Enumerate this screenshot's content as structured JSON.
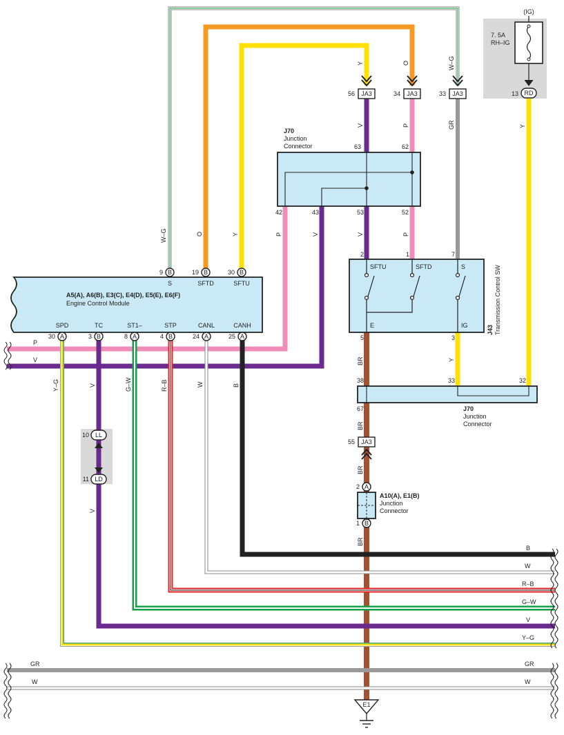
{
  "ecm": {
    "title": "A5(A), A6(B), E3(C), E4(D), E5(E), E6(F)",
    "subtitle": "Engine Control Module",
    "top_pins": [
      {
        "num": "9",
        "conn": "B",
        "name": "S"
      },
      {
        "num": "19",
        "conn": "B",
        "name": "SFTD"
      },
      {
        "num": "30",
        "conn": "B",
        "name": "SFTU"
      }
    ],
    "bottom_pins": [
      {
        "num": "30",
        "conn": "A",
        "name": "SPD"
      },
      {
        "num": "3",
        "conn": "B",
        "name": "TC"
      },
      {
        "num": "8",
        "conn": "A",
        "name": "ST1–"
      },
      {
        "num": "4",
        "conn": "B",
        "name": "STP"
      },
      {
        "num": "24",
        "conn": "A",
        "name": "CANL"
      },
      {
        "num": "25",
        "conn": "A",
        "name": "CANH"
      }
    ]
  },
  "j70_top": {
    "id": "J70",
    "line1": "Junction",
    "line2": "Connector",
    "pins": [
      "63",
      "62",
      "42",
      "43",
      "53",
      "52"
    ]
  },
  "j70_bottom": {
    "id": "J70",
    "line1": "Junction",
    "line2": "Connector",
    "pins": [
      "38",
      "33",
      "32",
      "67"
    ]
  },
  "ja3": {
    "label": "JA3",
    "pins": [
      "56",
      "34",
      "33",
      "55"
    ]
  },
  "fuse": {
    "ig": "(IG)",
    "rating": "7. 5A",
    "name": "RH–IG",
    "pin": "13",
    "conn": "RD"
  },
  "switch": {
    "id": "J43",
    "name": "Transmission Control SW",
    "top_pins": [
      {
        "num": "2",
        "name": "SFTU"
      },
      {
        "num": "1",
        "name": "SFTD"
      },
      {
        "num": "7",
        "name": "S"
      }
    ],
    "bottom_pins": [
      {
        "num": "5",
        "name": "E"
      },
      {
        "num": "3",
        "name": "IG"
      }
    ]
  },
  "a10": {
    "title": "A10(A), E1(B)",
    "line1": "Junction",
    "line2": "Connector",
    "pin_top": "2",
    "conn_top": "A",
    "pin_bottom": "1",
    "conn_bottom": "B"
  },
  "ll_ld": {
    "pin_ll": "10",
    "conn_ll": "LL",
    "pin_ld": "11",
    "conn_ld": "LD"
  },
  "ground": "E1",
  "wire_labels": {
    "wg": "W–G",
    "o": "O",
    "y": "Y",
    "p": "P",
    "v": "V",
    "gr": "GR",
    "br": "BR",
    "yg": "Y–G",
    "gw": "G–W",
    "rb": "R–B",
    "w": "W",
    "b": "B"
  },
  "colors": {
    "orange": "#f59a22",
    "yellow": "#ffe000",
    "pink": "#f08cb9",
    "violet": "#6a2a8e",
    "gray": "#999999",
    "brown": "#a5502f",
    "green": "#14a047",
    "red": "#e52525",
    "black": "#222222",
    "connector_fill": "#c9e9f7",
    "shade": "#d9d9d9"
  }
}
